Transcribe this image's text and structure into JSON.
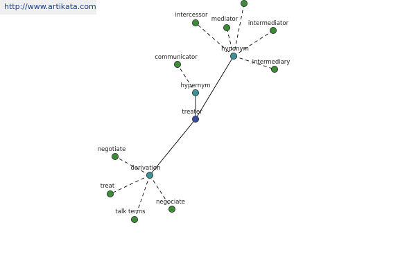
{
  "banner": {
    "url": "http://www.artikata.com"
  },
  "graph": {
    "colors": {
      "root": "#3a4a9e",
      "relation": "#3e8f96",
      "word": "#3f8a3a",
      "stroke": "#1e2a1e",
      "edge": "#000000"
    },
    "nodes": [
      {
        "id": "treater",
        "label": "treater",
        "kind": "root"
      },
      {
        "id": "hypernym",
        "label": "hypernym",
        "kind": "relation"
      },
      {
        "id": "hyponym",
        "label": "hyponym",
        "kind": "relation"
      },
      {
        "id": "derivation",
        "label": "derivation",
        "kind": "relation"
      },
      {
        "id": "communicator",
        "label": "communicator",
        "kind": "word"
      },
      {
        "id": "intercessor",
        "label": "intercessor",
        "kind": "word"
      },
      {
        "id": "mediator",
        "label": "mediator",
        "kind": "word"
      },
      {
        "id": "unlabeled",
        "label": "",
        "kind": "word"
      },
      {
        "id": "intermediator",
        "label": "intermediator",
        "kind": "word"
      },
      {
        "id": "intermediary",
        "label": "intermediary",
        "kind": "word"
      },
      {
        "id": "negotiate",
        "label": "negotiate",
        "kind": "word"
      },
      {
        "id": "treat",
        "label": "treat",
        "kind": "word"
      },
      {
        "id": "talk-terms",
        "label": "talk terms",
        "kind": "word"
      },
      {
        "id": "negociate",
        "label": "negociate",
        "kind": "word"
      }
    ],
    "edges": [
      {
        "from": "treater",
        "to": "hypernym",
        "style": "solid"
      },
      {
        "from": "treater",
        "to": "hyponym",
        "style": "solid"
      },
      {
        "from": "treater",
        "to": "derivation",
        "style": "solid"
      },
      {
        "from": "hypernym",
        "to": "communicator",
        "style": "dashed"
      },
      {
        "from": "hyponym",
        "to": "intercessor",
        "style": "dashed"
      },
      {
        "from": "hyponym",
        "to": "mediator",
        "style": "dashed"
      },
      {
        "from": "hyponym",
        "to": "unlabeled",
        "style": "dashed"
      },
      {
        "from": "hyponym",
        "to": "intermediator",
        "style": "dashed"
      },
      {
        "from": "hyponym",
        "to": "intermediary",
        "style": "dashed"
      },
      {
        "from": "derivation",
        "to": "negotiate",
        "style": "dashed"
      },
      {
        "from": "derivation",
        "to": "treat",
        "style": "dashed"
      },
      {
        "from": "derivation",
        "to": "talk-terms",
        "style": "dashed"
      },
      {
        "from": "derivation",
        "to": "negociate",
        "style": "dashed"
      }
    ]
  }
}
